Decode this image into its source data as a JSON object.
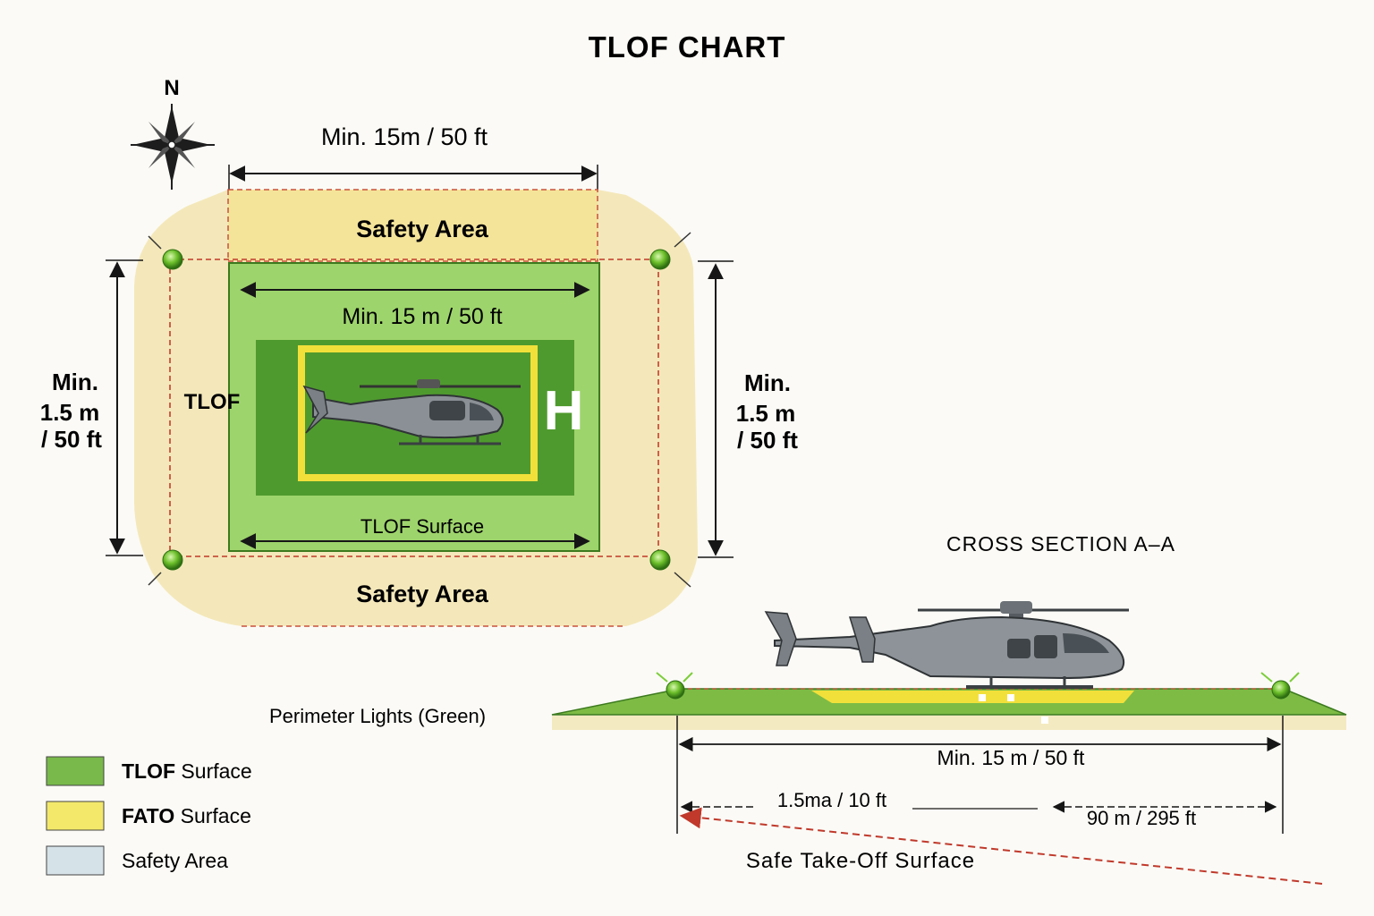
{
  "title": "TLOF CHART",
  "compass": {
    "label": "N",
    "icon": "compass-rose-icon"
  },
  "plan": {
    "top_dimension": "Min. 15m / 50 ft",
    "safety_area_top": "Safety Area",
    "safety_area_bottom": "Safety Area",
    "inner_dimension": "Min. 15 m / 50 ft",
    "tlof_label": "TLOF",
    "h_marking": "H",
    "tlof_surface_label": "TLOF Surface",
    "left_dimension": [
      "Min.",
      "1.5 m",
      "/ 50 ft"
    ],
    "right_dimension": [
      "Min.",
      "1.5 m",
      "/ 50 ft"
    ],
    "helicopter_icon": "helicopter-top-icon",
    "light_icon": "perimeter-light-icon"
  },
  "cross_section": {
    "title": "CROSS SECTION A–A",
    "perimeter_lights_label": "Perimeter Lights (Green)",
    "width_dimension": "Min. 15 m / 50 ft",
    "left_offset_dimension": "1.5ma / 10 ft",
    "right_offset_dimension": "90 m / 295 ft",
    "takeoff_surface_label": "Safe Take-Off Surface",
    "helicopter_icon": "helicopter-side-icon"
  },
  "legend": [
    {
      "label_bold": "TLOF",
      "label_rest": " Surface",
      "color": "#79b94b"
    },
    {
      "label_bold": "FATO",
      "label_rest": " Surface",
      "color": "#f3e86a"
    },
    {
      "label_bold": "",
      "label_rest": "Safety Area",
      "color": "#d5e2e8"
    }
  ],
  "colors": {
    "safety_area": "#f3e6b4",
    "fato": "#f6ee8f",
    "tlof_light": "#8fcf5c",
    "tlof_dark": "#4f9a2e",
    "marking_yellow": "#f2e03a",
    "light_green": "#6cbf2a",
    "red_dash": "#c0392b"
  }
}
